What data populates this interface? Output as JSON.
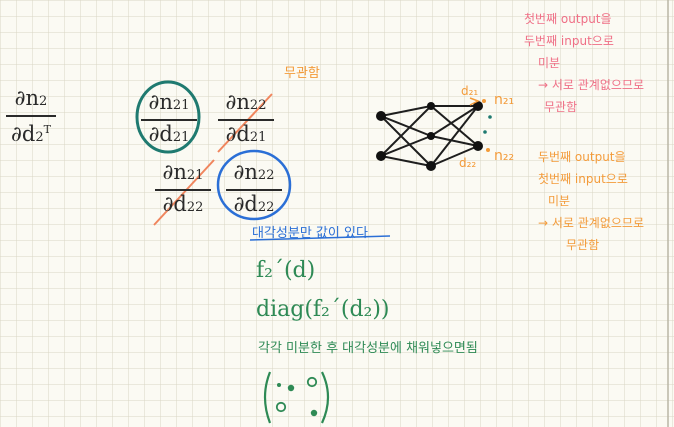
{
  "colors": {
    "paper": "#fbfaf3",
    "grid": "#d9d6c4",
    "ink": "#2a2a2a",
    "green": "#2e8a55",
    "blue": "#2b6fd6",
    "teal_circle": "#1f7a70",
    "orange": "#f39b3a",
    "pink": "#ef6f86",
    "red_strike": "#f0855d"
  },
  "left_fraction": {
    "numerator": "∂n",
    "num_sub": "2",
    "denominator": "∂d",
    "den_sub": "2",
    "den_sup": "T"
  },
  "matrix": {
    "a11": {
      "numerator": "∂n",
      "num_sub": "21",
      "denominator": "∂d",
      "den_sub": "21"
    },
    "a12": {
      "numerator": "∂n",
      "num_sub": "22",
      "denominator": "∂d",
      "den_sub": "21"
    },
    "a21": {
      "numerator": "∂n",
      "num_sub": "21",
      "denominator": "∂d",
      "den_sub": "22"
    },
    "a22": {
      "numerator": "∂n",
      "num_sub": "22",
      "denominator": "∂d",
      "den_sub": "22"
    }
  },
  "annotations": {
    "orange_top": "무관함",
    "blue_diag": "대각성분만 값이 있다",
    "f_prime": "f₂´(d)",
    "diag_expr": "diag(f₂´(d₂))",
    "green_sentence": "각각 미분한 후 대각성분에 채워넣으면됨",
    "orange_side": [
      "두번째 output을",
      "첫번째 input으로",
      "미분",
      "→ 서로 관계없으므로",
      "무관함"
    ],
    "pink_side": [
      "첫번째 output을",
      "두번째 input으로",
      "미분",
      "→ 서로 관계없으므로",
      "무관함"
    ]
  },
  "network": {
    "label_d21": "d₂₁",
    "label_n21": "n₂₁",
    "label_d22": "d₂₂",
    "label_n22": "n₂₂"
  }
}
